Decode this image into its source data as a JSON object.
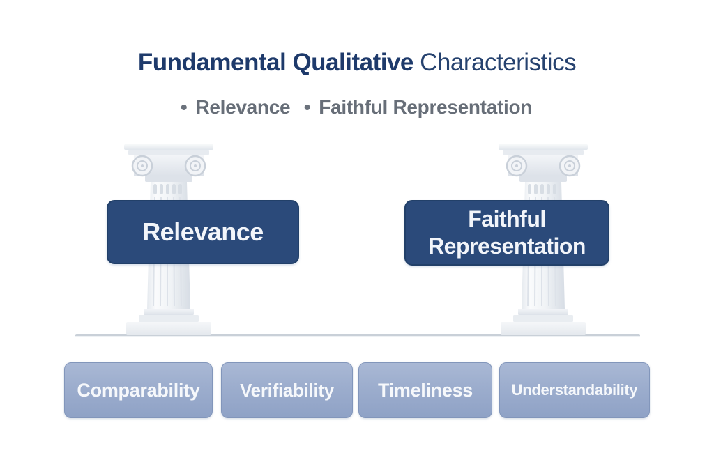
{
  "title": {
    "bold": "Fundamental Qualitative",
    "regular": "Characteristics",
    "color": "#1e3a6b"
  },
  "subtitle": {
    "bullet": "•",
    "item1": "Relevance",
    "item2": "Faithful Representation",
    "color": "#676e78"
  },
  "pillars": {
    "icon": "classical-ionic-column-icon",
    "banner_color": "#2b4a7a",
    "left_banner": "Relevance",
    "right_banner_line1": "Faithful",
    "right_banner_line2": "Representation"
  },
  "foundation": {
    "box_color": "#97aacb",
    "boxes": [
      {
        "label": "Comparability"
      },
      {
        "label": "Verifiability"
      },
      {
        "label": "Timeliness"
      },
      {
        "label": "Understandability"
      }
    ]
  }
}
